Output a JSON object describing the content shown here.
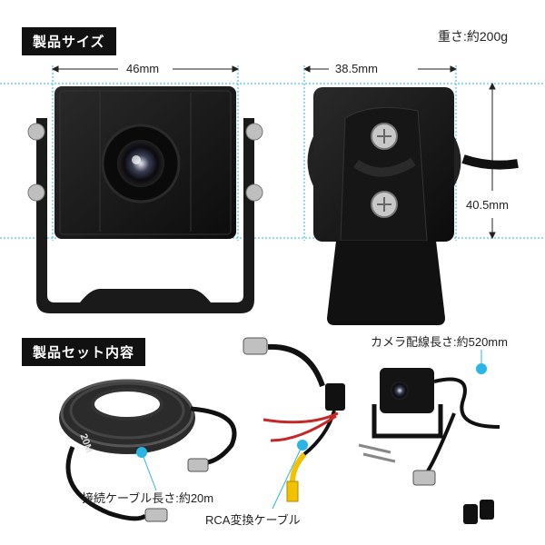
{
  "size_section": {
    "title": "製品サイズ",
    "weight": "重さ:約200g"
  },
  "dimensions": {
    "width": "46mm",
    "depth": "38.5mm",
    "height": "40.5mm"
  },
  "set_section": {
    "title": "製品セット内容"
  },
  "cable_label": "20M",
  "callouts": {
    "camera_cable": "カメラ配線長さ:約520mm",
    "extension_cable": "接続ケーブル長さ:約20m",
    "rca_cable": "RCA変換ケーブル"
  },
  "colors": {
    "accent": "#29b6e6",
    "tag_bg": "#111111",
    "camera_body": "#141414"
  }
}
